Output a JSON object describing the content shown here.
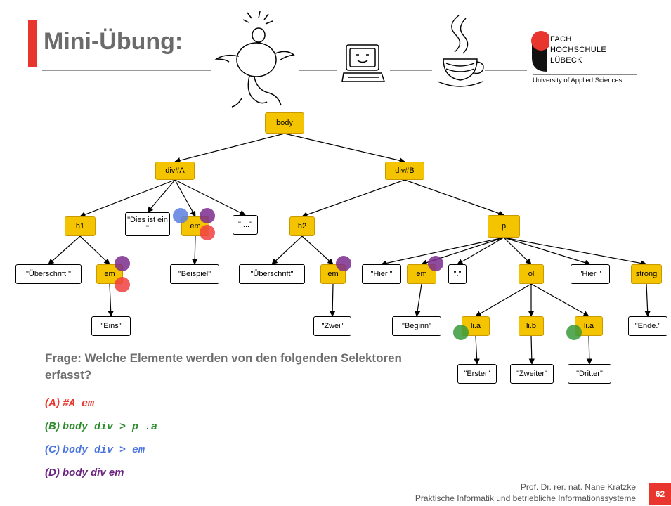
{
  "title": "Mini-Übung:",
  "logo": {
    "line1": "FACH",
    "line2": "HOCHSCHULE",
    "line3": "LÜBECK",
    "sub": "University of Applied Sciences"
  },
  "tree": {
    "nodes": [
      {
        "id": "body",
        "label": "body",
        "type": "element"
      },
      {
        "id": "divA",
        "label": "div#A",
        "type": "element"
      },
      {
        "id": "divB",
        "label": "div#B",
        "type": "element"
      },
      {
        "id": "h1",
        "label": "h1",
        "type": "element"
      },
      {
        "id": "t_dies",
        "label": "\"Dies ist ein \"",
        "type": "text"
      },
      {
        "id": "emA2",
        "label": "em",
        "type": "element"
      },
      {
        "id": "t_dots",
        "label": "\" ...\"",
        "type": "text"
      },
      {
        "id": "t_ueb1",
        "label": "\"Überschrift \"",
        "type": "text"
      },
      {
        "id": "emA1",
        "label": "em",
        "type": "element"
      },
      {
        "id": "t_eins",
        "label": "\"Eins\"",
        "type": "text"
      },
      {
        "id": "t_beispiel",
        "label": "\"Beispiel\"",
        "type": "text"
      },
      {
        "id": "h2",
        "label": "h2",
        "type": "element"
      },
      {
        "id": "p",
        "label": "p",
        "type": "element"
      },
      {
        "id": "t_ueb2",
        "label": "\"Überschrift\"",
        "type": "text"
      },
      {
        "id": "emB1",
        "label": "em",
        "type": "element"
      },
      {
        "id": "t_zwei",
        "label": "\"Zwei\"",
        "type": "text"
      },
      {
        "id": "t_hier1",
        "label": "\"Hier \"",
        "type": "text"
      },
      {
        "id": "emP",
        "label": "em",
        "type": "element"
      },
      {
        "id": "t_beginn",
        "label": "\"Beginn\"",
        "type": "text"
      },
      {
        "id": "t_dot",
        "label": "\".\"",
        "type": "text"
      },
      {
        "id": "ol",
        "label": "ol",
        "type": "element"
      },
      {
        "id": "t_hier2",
        "label": "\"Hier \"",
        "type": "text"
      },
      {
        "id": "strong",
        "label": "strong",
        "type": "element"
      },
      {
        "id": "t_ende",
        "label": "\"Ende.\"",
        "type": "text"
      },
      {
        "id": "li1",
        "label": "li.a",
        "type": "element"
      },
      {
        "id": "li2",
        "label": "li.b",
        "type": "element"
      },
      {
        "id": "li3",
        "label": "li.a",
        "type": "element"
      },
      {
        "id": "t_erster",
        "label": "\"Erster\"",
        "type": "text"
      },
      {
        "id": "t_zweiter",
        "label": "\"Zweiter\"",
        "type": "text"
      },
      {
        "id": "t_dritter",
        "label": "\"Dritter\"",
        "type": "text"
      }
    ],
    "edges": [
      [
        "body",
        "divA"
      ],
      [
        "body",
        "divB"
      ],
      [
        "divA",
        "h1"
      ],
      [
        "divA",
        "t_dies"
      ],
      [
        "divA",
        "emA2"
      ],
      [
        "divA",
        "t_dots"
      ],
      [
        "h1",
        "t_ueb1"
      ],
      [
        "h1",
        "emA1"
      ],
      [
        "emA1",
        "t_eins"
      ],
      [
        "emA2",
        "t_beispiel"
      ],
      [
        "divB",
        "h2"
      ],
      [
        "divB",
        "p"
      ],
      [
        "h2",
        "t_ueb2"
      ],
      [
        "h2",
        "emB1"
      ],
      [
        "emB1",
        "t_zwei"
      ],
      [
        "p",
        "t_hier1"
      ],
      [
        "p",
        "emP"
      ],
      [
        "p",
        "t_dot"
      ],
      [
        "p",
        "ol"
      ],
      [
        "p",
        "t_hier2"
      ],
      [
        "p",
        "strong"
      ],
      [
        "emP",
        "t_beginn"
      ],
      [
        "strong",
        "t_ende"
      ],
      [
        "ol",
        "li1"
      ],
      [
        "ol",
        "li2"
      ],
      [
        "ol",
        "li3"
      ],
      [
        "li1",
        "t_erster"
      ],
      [
        "li2",
        "t_zweiter"
      ],
      [
        "li3",
        "t_dritter"
      ]
    ],
    "markers": [
      {
        "node": "emA1",
        "selector": "D",
        "color": "#7b2d8e"
      },
      {
        "node": "emA1",
        "selector": "A",
        "color": "#f04040"
      },
      {
        "node": "emA2",
        "selector": "C",
        "color": "#5b7fe0"
      },
      {
        "node": "emA2",
        "selector": "D",
        "color": "#7b2d8e"
      },
      {
        "node": "emA2",
        "selector": "A",
        "color": "#f04040"
      },
      {
        "node": "emB1",
        "selector": "D",
        "color": "#7b2d8e"
      },
      {
        "node": "emP",
        "selector": "D",
        "color": "#7b2d8e"
      },
      {
        "node": "li1",
        "selector": "B",
        "color": "#3a9a3a"
      },
      {
        "node": "li3",
        "selector": "B",
        "color": "#3a9a3a"
      }
    ]
  },
  "question": "Frage: Welche Elemente werden von den folgenden Selektoren erfasst?",
  "answers": [
    {
      "label": "(A)",
      "code": "#A em",
      "color": "#e8352e"
    },
    {
      "label": "(B)",
      "code": "body div > p .a",
      "color": "#2e8b2e"
    },
    {
      "label": "(C)",
      "code": "body div > em",
      "color": "#4a74e0"
    },
    {
      "label": "(D)",
      "code": "body div em",
      "color": "#6b2380"
    }
  ],
  "footer": {
    "author": "Prof. Dr. rer. nat. Nane Kratzke",
    "department": "Praktische Informatik und betriebliche Informationssysteme",
    "page": "62"
  },
  "colors": {
    "accent": "#e8352e",
    "element_node": "#f5c400",
    "text_node": "#ffffff"
  },
  "icons": [
    "cartoon-thinker-icon",
    "computer-icon",
    "java-coffee-cup-icon",
    "university-logo-icon"
  ]
}
